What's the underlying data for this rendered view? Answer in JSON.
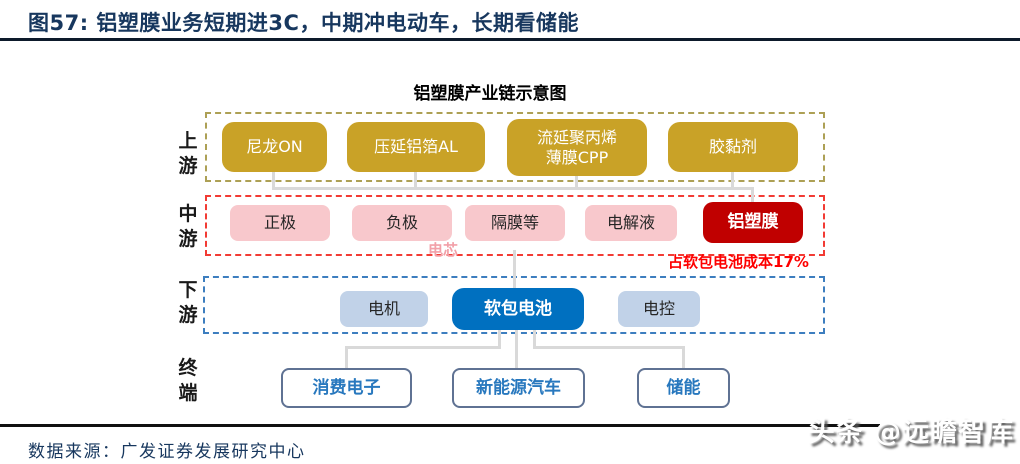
{
  "header": {
    "title": "图57:  铝塑膜业务短期进3C，中期冲电动车，长期看储能"
  },
  "diagram": {
    "title": "铝塑膜产业链示意图",
    "stages": {
      "upstream": {
        "label": "上游"
      },
      "midstream": {
        "label": "中游"
      },
      "downstream": {
        "label": "下游"
      },
      "terminal": {
        "label": "终端"
      }
    },
    "upstream": {
      "items": [
        {
          "label": "尼龙ON"
        },
        {
          "label": "压延铝箔AL"
        },
        {
          "label": "流延聚丙烯薄膜CPP",
          "lines": [
            "流延聚丙烯",
            "薄膜CPP"
          ]
        },
        {
          "label": "胶黏剂"
        }
      ]
    },
    "midstream": {
      "items": [
        {
          "label": "正极"
        },
        {
          "label": "负极"
        },
        {
          "label": "隔膜等"
        },
        {
          "label": "电解液"
        },
        {
          "label": "铝塑膜",
          "highlight": true
        }
      ],
      "cell_label": "电芯",
      "cost_note": "占软包电池成本17%"
    },
    "downstream": {
      "items": [
        {
          "label": "电机"
        },
        {
          "label": "软包电池",
          "highlight": true
        },
        {
          "label": "电控"
        }
      ]
    },
    "terminal": {
      "items": [
        {
          "label": "消费电子"
        },
        {
          "label": "新能源汽车"
        },
        {
          "label": "储能"
        }
      ]
    }
  },
  "footer": {
    "source": "数据来源：广发证券发展研究中心"
  },
  "watermark": {
    "text": "头条 @远瞻智库"
  },
  "colors": {
    "title_navy": "#17375E",
    "gold_box": "#C9A227",
    "gold_dash_border": "#ADA055",
    "pink_box": "#F8C8CC",
    "red_dash_border": "#F23B34",
    "dark_red_box": "#C00000",
    "light_blue_box": "#C1D2E8",
    "blue_dash_border": "#3D7EBF",
    "dark_blue_box": "#0070C0",
    "terminal_border": "#5F7293",
    "terminal_text": "#2878BE",
    "cell_label_pink": "#F2A0A8",
    "cost_note_red": "#FE0000",
    "connector_gray": "#D9D9D9"
  }
}
